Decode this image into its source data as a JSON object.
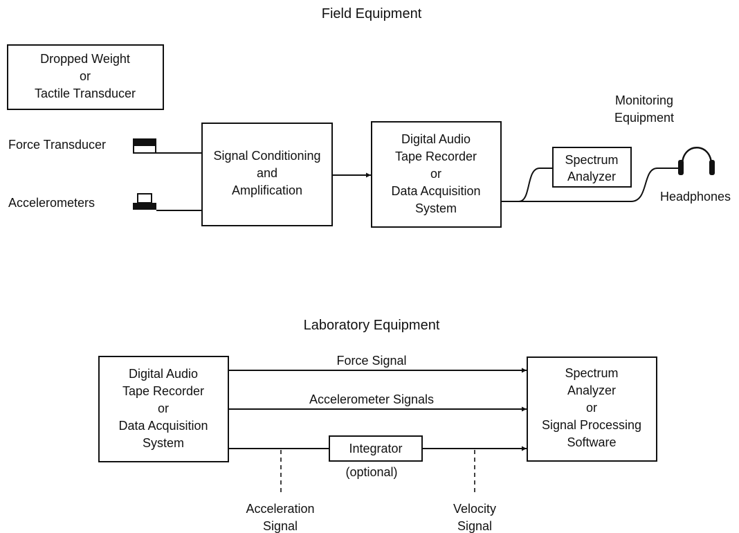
{
  "field": {
    "title": "Field Equipment",
    "source_box": [
      "Dropped Weight",
      "or",
      "Tactile Transducer"
    ],
    "force_transducer_label": "Force Transducer",
    "accelerometers_label": "Accelerometers",
    "conditioning_box": [
      "Signal Conditioning",
      "and",
      "Amplification"
    ],
    "recorder_box": [
      "Digital Audio",
      "Tape Recorder",
      "or",
      "Data Acquisition",
      "System"
    ],
    "monitoring_label": [
      "Monitoring",
      "Equipment"
    ],
    "spectrum_box": [
      "Spectrum",
      "Analyzer"
    ],
    "headphones_label": "Headphones"
  },
  "lab": {
    "title": "Laboratory Equipment",
    "recorder_box": [
      "Digital Audio",
      "Tape Recorder",
      "or",
      "Data Acquisition",
      "System"
    ],
    "force_signal_label": "Force Signal",
    "accelerometer_signals_label": "Accelerometer Signals",
    "integrator_box": "Integrator",
    "optional_label": "(optional)",
    "acceleration_label": [
      "Acceleration",
      "Signal"
    ],
    "velocity_label": [
      "Velocity",
      "Signal"
    ],
    "analyzer_box": [
      "Spectrum",
      "Analyzer",
      "or",
      "Signal Processing",
      "Software"
    ]
  }
}
